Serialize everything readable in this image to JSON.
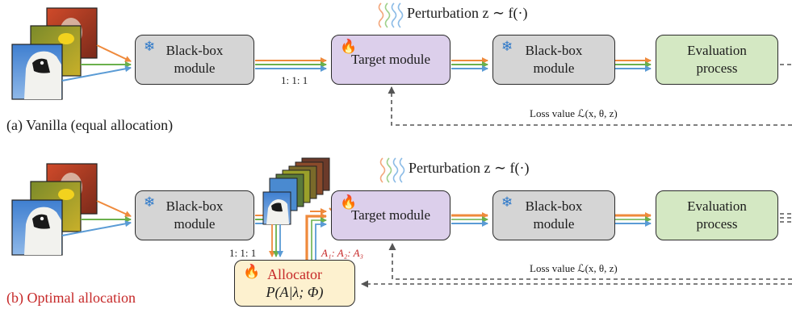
{
  "diagram_a": {
    "caption": "(a) Vanilla (equal allocation)",
    "perturbation": "Perturbation z ∼ f(·)",
    "blackbox1": [
      "Black-box",
      "module"
    ],
    "target": "Target module",
    "blackbox2": [
      "Black-box",
      "module"
    ],
    "evaluation": [
      "Evaluation",
      "process"
    ],
    "ratio": "1: 1: 1",
    "loss": "Loss value ℒ(x, θ, z)"
  },
  "diagram_b": {
    "caption": "(b) Optimal allocation",
    "perturbation": "Perturbation z ∼ f(·)",
    "blackbox1": [
      "Black-box",
      "module"
    ],
    "target": "Target module",
    "blackbox2": [
      "Black-box",
      "module"
    ],
    "evaluation": [
      "Evaluation",
      "process"
    ],
    "ratio": "1: 1: 1",
    "allocation_ratio": "A₁: A₂: A₃",
    "allocator_title": "Allocator",
    "allocator_formula": "P(A|λ; Φ)",
    "loss": "Loss value ℒ(x, θ, z)"
  },
  "icons": {
    "frozen": "snowflake-icon",
    "trainable": "fire-icon"
  },
  "colors": {
    "gray_box": "#d5d5d5",
    "target_box": "#dccfeb",
    "eval_box": "#d4e8c3",
    "allocator_box": "#fdf1cf",
    "flow_orange": "#ef8a3c",
    "flow_green": "#6ab04c",
    "flow_blue": "#5a9bd5",
    "highlight_red": "#c62828"
  }
}
